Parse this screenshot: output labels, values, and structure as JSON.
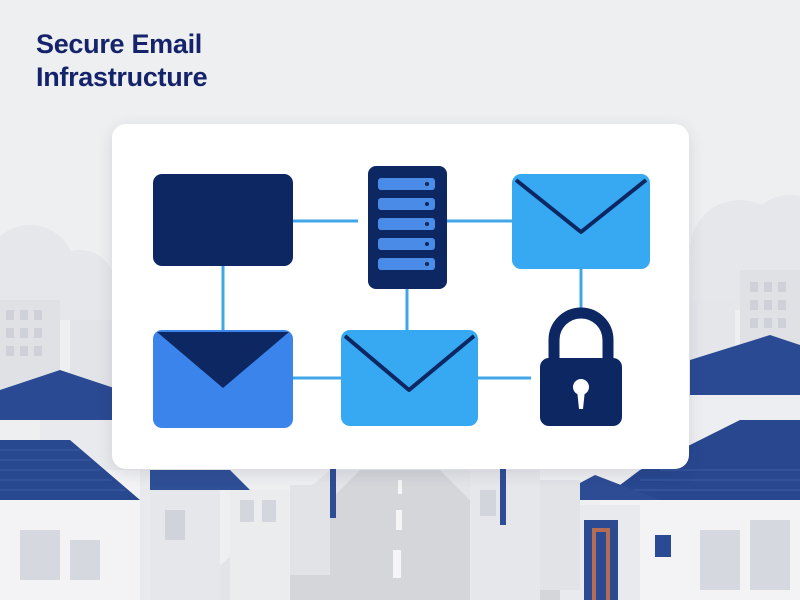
{
  "header": {
    "title_line1": "Secure Email",
    "title_line2": "Infrastructure"
  },
  "colors": {
    "navy": "#0c2762",
    "royal_blue": "#3a84ec",
    "sky_blue": "#36a9f2",
    "server_slot": "#4a8be8",
    "connector": "#40a6e8",
    "roof_blue": "#26468f",
    "background": "#eeeff1"
  },
  "diagram": {
    "nodes": [
      {
        "id": "mailbox",
        "icon": "rectangle-block-icon"
      },
      {
        "id": "mail-server",
        "icon": "server-rack-icon"
      },
      {
        "id": "outgoing-mail",
        "icon": "envelope-icon"
      },
      {
        "id": "incoming-mail",
        "icon": "envelope-icon"
      },
      {
        "id": "relay-mail",
        "icon": "envelope-icon"
      },
      {
        "id": "encryption",
        "icon": "padlock-icon"
      }
    ],
    "links": [
      [
        "mailbox",
        "mail-server"
      ],
      [
        "mail-server",
        "outgoing-mail"
      ],
      [
        "mailbox",
        "incoming-mail"
      ],
      [
        "mail-server",
        "relay-mail"
      ],
      [
        "incoming-mail",
        "relay-mail"
      ],
      [
        "relay-mail",
        "encryption"
      ],
      [
        "outgoing-mail",
        "encryption"
      ]
    ]
  }
}
